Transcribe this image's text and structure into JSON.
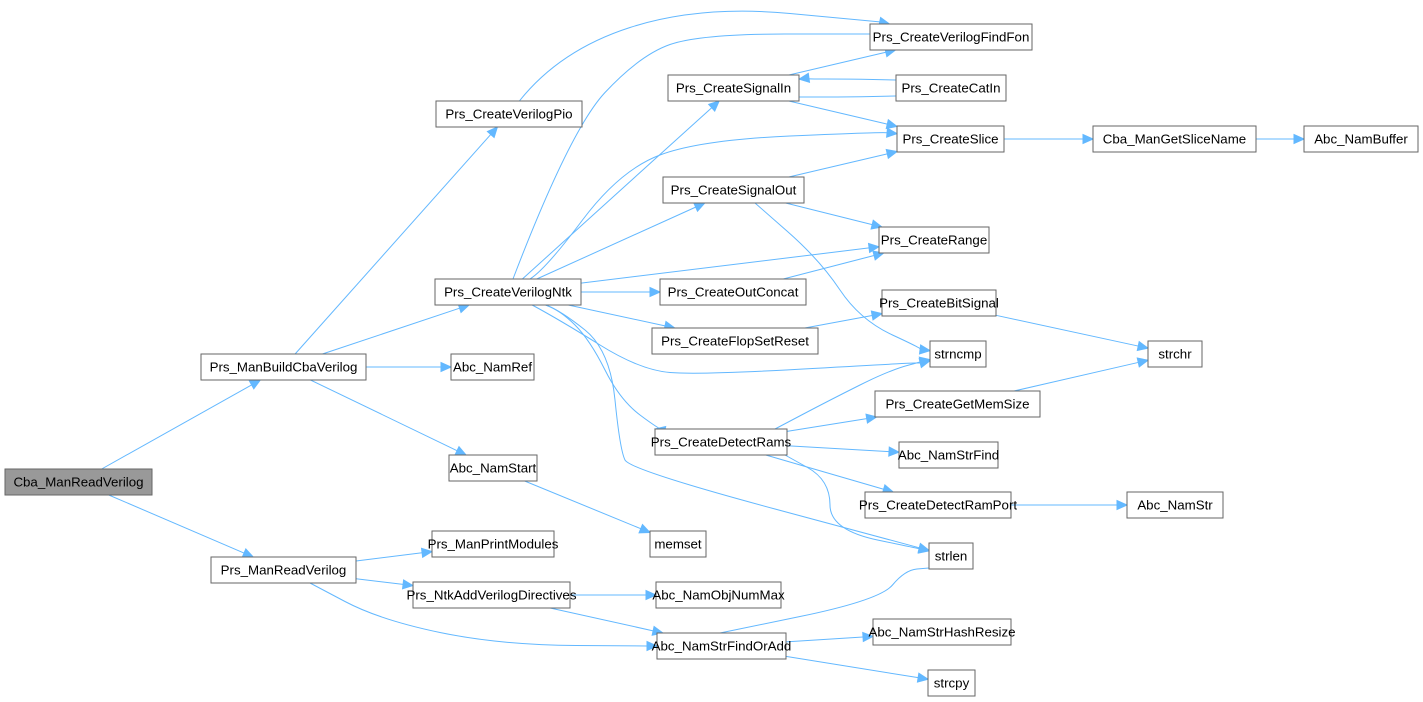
{
  "title": "Cba_ManReadVerilog call graph",
  "colors": {
    "edge": "#63b8ff",
    "node_border": "#666666",
    "root_fill": "#999999",
    "node_fill": "#ffffff"
  },
  "nodes": [
    {
      "id": "n0",
      "label": "Cba_ManReadVerilog",
      "root": true
    },
    {
      "id": "n1",
      "label": "Prs_ManBuildCbaVerilog"
    },
    {
      "id": "n2",
      "label": "Prs_ManReadVerilog"
    },
    {
      "id": "n3",
      "label": "Prs_CreateVerilogPio"
    },
    {
      "id": "n4",
      "label": "Prs_CreateVerilogNtk"
    },
    {
      "id": "n5",
      "label": "Abc_NamRef"
    },
    {
      "id": "n6",
      "label": "Abc_NamStart"
    },
    {
      "id": "n7",
      "label": "Prs_ManPrintModules"
    },
    {
      "id": "n8",
      "label": "Prs_NtkAddVerilogDirectives"
    },
    {
      "id": "n9",
      "label": "Prs_CreateVerilogFindFon"
    },
    {
      "id": "n10",
      "label": "Prs_CreateSignalIn"
    },
    {
      "id": "n11",
      "label": "Prs_CreateCatIn"
    },
    {
      "id": "n12",
      "label": "Prs_CreateSlice"
    },
    {
      "id": "n13",
      "label": "Prs_CreateSignalOut"
    },
    {
      "id": "n14",
      "label": "Prs_CreateRange"
    },
    {
      "id": "n15",
      "label": "Prs_CreateOutConcat"
    },
    {
      "id": "n16",
      "label": "Prs_CreateFlopSetReset"
    },
    {
      "id": "n17",
      "label": "Prs_CreateBitSignal"
    },
    {
      "id": "n18",
      "label": "strncmp"
    },
    {
      "id": "n19",
      "label": "Prs_CreateDetectRams"
    },
    {
      "id": "n20",
      "label": "Prs_CreateGetMemSize"
    },
    {
      "id": "n21",
      "label": "Abc_NamStrFind"
    },
    {
      "id": "n22",
      "label": "Prs_CreateDetectRamPort"
    },
    {
      "id": "n23",
      "label": "strlen"
    },
    {
      "id": "n24",
      "label": "memset"
    },
    {
      "id": "n25",
      "label": "Abc_NamObjNumMax"
    },
    {
      "id": "n26",
      "label": "Abc_NamStrFindOrAdd"
    },
    {
      "id": "n27",
      "label": "Abc_NamStrHashResize"
    },
    {
      "id": "n28",
      "label": "strcpy"
    },
    {
      "id": "n29",
      "label": "Cba_ManGetSliceName"
    },
    {
      "id": "n30",
      "label": "Abc_NamBuffer"
    },
    {
      "id": "n31",
      "label": "strchr"
    },
    {
      "id": "n32",
      "label": "Abc_NamStr"
    }
  ],
  "edges": [
    {
      "from": "n0",
      "to": "n1"
    },
    {
      "from": "n0",
      "to": "n2"
    },
    {
      "from": "n1",
      "to": "n3"
    },
    {
      "from": "n1",
      "to": "n4"
    },
    {
      "from": "n1",
      "to": "n5"
    },
    {
      "from": "n1",
      "to": "n6"
    },
    {
      "from": "n2",
      "to": "n7"
    },
    {
      "from": "n2",
      "to": "n8"
    },
    {
      "from": "n2",
      "to": "n26"
    },
    {
      "from": "n3",
      "to": "n9"
    },
    {
      "from": "n4",
      "to": "n9"
    },
    {
      "from": "n4",
      "to": "n10"
    },
    {
      "from": "n4",
      "to": "n12"
    },
    {
      "from": "n4",
      "to": "n13"
    },
    {
      "from": "n4",
      "to": "n14"
    },
    {
      "from": "n4",
      "to": "n15"
    },
    {
      "from": "n4",
      "to": "n16"
    },
    {
      "from": "n4",
      "to": "n18"
    },
    {
      "from": "n4",
      "to": "n19"
    },
    {
      "from": "n4",
      "to": "n23"
    },
    {
      "from": "n10",
      "to": "n9"
    },
    {
      "from": "n10",
      "to": "n11"
    },
    {
      "from": "n10",
      "to": "n12"
    },
    {
      "from": "n11",
      "to": "n10"
    },
    {
      "from": "n12",
      "to": "n29"
    },
    {
      "from": "n13",
      "to": "n12"
    },
    {
      "from": "n13",
      "to": "n14"
    },
    {
      "from": "n13",
      "to": "n18"
    },
    {
      "from": "n15",
      "to": "n14"
    },
    {
      "from": "n16",
      "to": "n17"
    },
    {
      "from": "n17",
      "to": "n31"
    },
    {
      "from": "n19",
      "to": "n18"
    },
    {
      "from": "n19",
      "to": "n20"
    },
    {
      "from": "n19",
      "to": "n21"
    },
    {
      "from": "n19",
      "to": "n22"
    },
    {
      "from": "n19",
      "to": "n23"
    },
    {
      "from": "n20",
      "to": "n31"
    },
    {
      "from": "n22",
      "to": "n32"
    },
    {
      "from": "n6",
      "to": "n24"
    },
    {
      "from": "n8",
      "to": "n25"
    },
    {
      "from": "n8",
      "to": "n26"
    },
    {
      "from": "n26",
      "to": "n23"
    },
    {
      "from": "n26",
      "to": "n27"
    },
    {
      "from": "n26",
      "to": "n28"
    },
    {
      "from": "n29",
      "to": "n30"
    }
  ]
}
